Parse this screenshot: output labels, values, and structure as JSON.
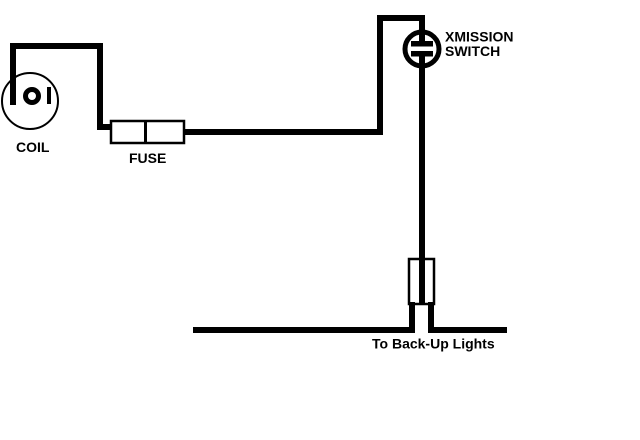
{
  "diagram": {
    "background_color": "#ffffff",
    "line_color": "#000000",
    "labels": {
      "coil": "COIL",
      "fuse": "FUSE",
      "switch_line1": "XMISSION",
      "switch_line2": "SWITCH",
      "backup_lights": "To Back-Up Lights"
    },
    "components": [
      {
        "name": "coil",
        "label": "COIL"
      },
      {
        "name": "fuse",
        "label": "FUSE"
      },
      {
        "name": "xmission-switch",
        "label": "XMISSION SWITCH"
      },
      {
        "name": "inline-connector",
        "label": ""
      },
      {
        "name": "backup-lights-feed",
        "label": "To Back-Up Lights"
      }
    ]
  }
}
